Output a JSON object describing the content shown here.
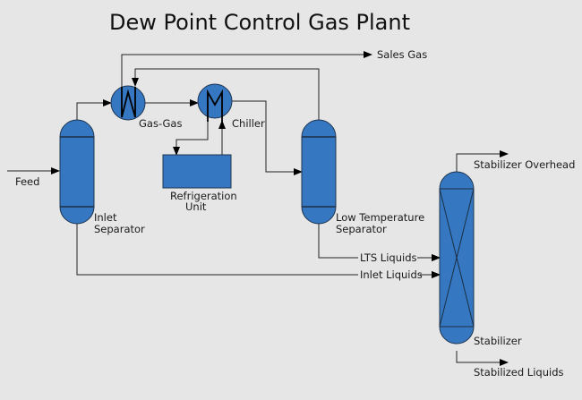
{
  "title": "Dew Point Control Gas Plant",
  "colors": {
    "background": "#e6e6e6",
    "equipment_fill": "#3578c1",
    "line": "#222222"
  },
  "equipment": {
    "inlet_separator": {
      "label_line1": "Inlet",
      "label_line2": "Separator"
    },
    "gas_gas_exchanger": {
      "label": "Gas-Gas",
      "icon": "heat-exchanger-w-coil"
    },
    "chiller": {
      "label": "Chiller",
      "icon": "heat-exchanger-m-coil"
    },
    "refrigeration_unit": {
      "label_line1": "Refrigeration",
      "label_line2": "Unit"
    },
    "low_temperature_separator": {
      "label_line1": "Low Temperature",
      "label_line2": "Separator"
    },
    "stabilizer": {
      "label": "Stabilizer"
    }
  },
  "streams": {
    "feed": "Feed",
    "sales_gas": "Sales Gas",
    "lts_liquids": "LTS Liquids",
    "inlet_liquids": "Inlet Liquids",
    "stabilizer_overhead": "Stabilizer Overhead",
    "stabilized_liquids": "Stabilized Liquids"
  }
}
